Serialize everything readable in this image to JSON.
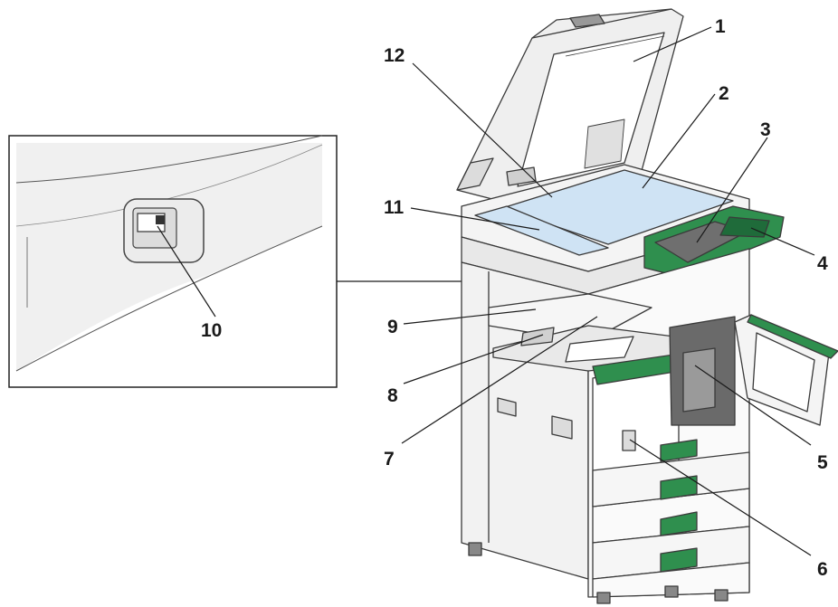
{
  "callouts": {
    "c1": "1",
    "c2": "2",
    "c3": "3",
    "c4": "4",
    "c5": "5",
    "c6": "6",
    "c7": "7",
    "c8": "8",
    "c9": "9",
    "c10": "10",
    "c11": "11",
    "c12": "12"
  },
  "colors": {
    "accent_green": "#2f8f4e",
    "glass_blue": "#cfe3f4",
    "panel_gray": "#f0f0f0",
    "outline": "#3a3a3a"
  }
}
